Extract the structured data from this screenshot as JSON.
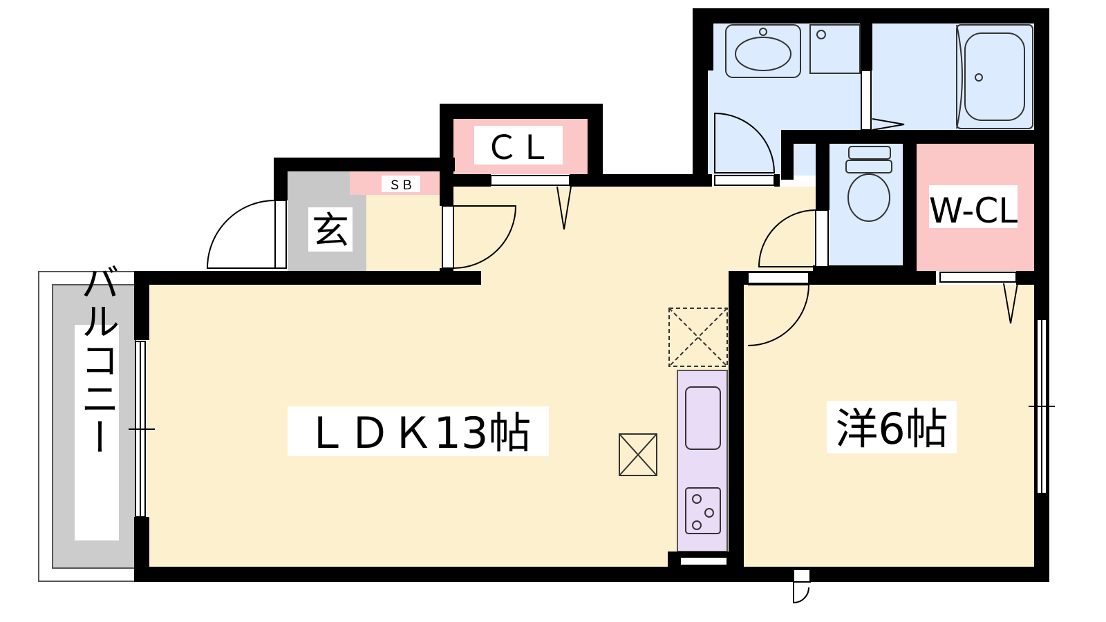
{
  "labels": {
    "ldk": "ＬＤＫ13帖",
    "western": "洋6帖",
    "entrance": "玄",
    "closet": "ＣＬ",
    "shoe_box": "ＳＢ",
    "walk_in_closet": "W-CL",
    "balcony": "バルコニー"
  },
  "colors": {
    "wall": "#000000",
    "room_floor": "#fdf0cf",
    "wet_area": "#dcebfd",
    "storage": "#fbc7c7",
    "entrance_floor": "#c8c8c8",
    "balcony": "#cccccc",
    "kitchen": "#e9dcf7"
  }
}
